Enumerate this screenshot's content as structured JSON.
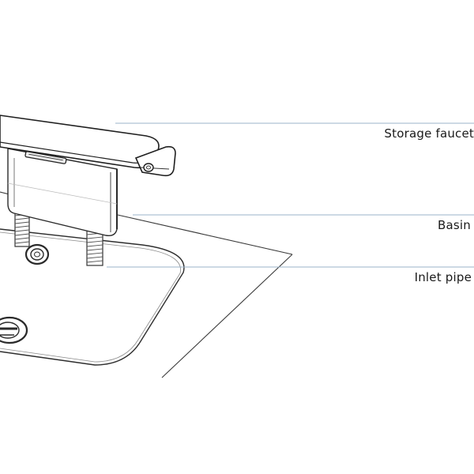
{
  "callouts": {
    "storage_faucet": "Storage faucet",
    "basin": "Basin",
    "inlet_pipe": "Inlet pipe"
  },
  "colors": {
    "leader_line": "#9bb3c9",
    "outline": "#2a2a2a"
  }
}
